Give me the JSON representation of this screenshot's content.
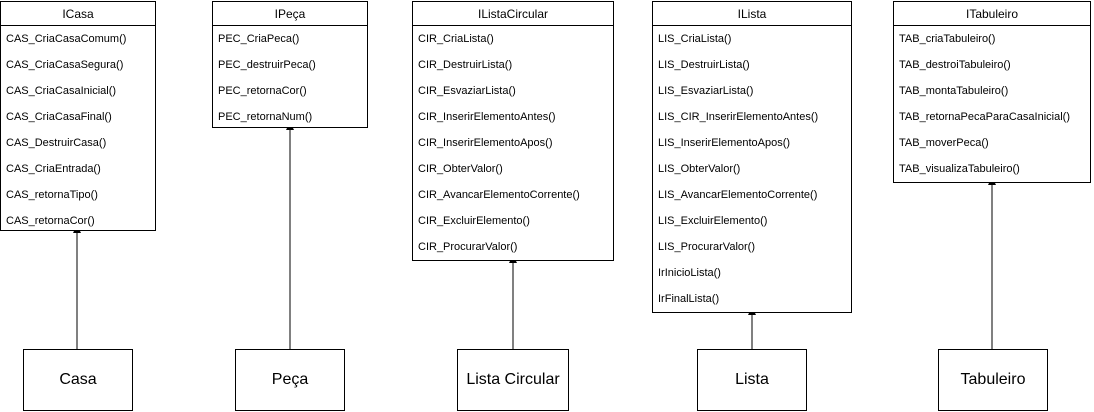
{
  "interfaces": [
    {
      "title": "ICasa",
      "methods": [
        "CAS_CriaCasaComum()",
        "CAS_CriaCasaSegura()",
        "CAS_CriaCasaInicial()",
        "CAS_CriaCasaFinal()",
        "CAS_DestruirCasa()",
        "CAS_CriaEntrada()",
        "CAS_retornaTipo()",
        "CAS_retornaCor()"
      ]
    },
    {
      "title": "IPeça",
      "methods": [
        "PEC_CriaPeca()",
        "PEC_destruirPeca()",
        "PEC_retornaCor()",
        "PEC_retornaNum()"
      ]
    },
    {
      "title": "IListaCircular",
      "methods": [
        "CIR_CriaLista()",
        "CIR_DestruirLista()",
        "CIR_EsvaziarLista()",
        "CIR_InserirElementoAntes()",
        "CIR_InserirElementoApos()",
        "CIR_ObterValor()",
        "CIR_AvancarElementoCorrente()",
        "CIR_ExcluirElemento()",
        "CIR_ProcurarValor()"
      ]
    },
    {
      "title": "ILista",
      "methods": [
        "LIS_CriaLista()",
        "LIS_DestruirLista()",
        "LIS_EsvaziarLista()",
        "LIS_CIR_InserirElementoAntes()",
        "LIS_InserirElementoApos()",
        "LIS_ObterValor()",
        "LIS_AvancarElementoCorrente()",
        "LIS_ExcluirElemento()",
        "LIS_ProcurarValor()",
        "IrInicioLista()",
        "IrFinalLista()"
      ]
    },
    {
      "title": "ITabuleiro",
      "methods": [
        "TAB_criaTabuleiro()",
        "TAB_destroiTabuleiro()",
        "TAB_montaTabuleiro()",
        "TAB_retornaPecaParaCasaInicial()",
        "TAB_moverPeca()",
        "TAB_visualizaTabuleiro()"
      ]
    }
  ],
  "implementations": [
    "Casa",
    "Peça",
    "Lista Circular",
    "Lista",
    "Tabuleiro"
  ]
}
